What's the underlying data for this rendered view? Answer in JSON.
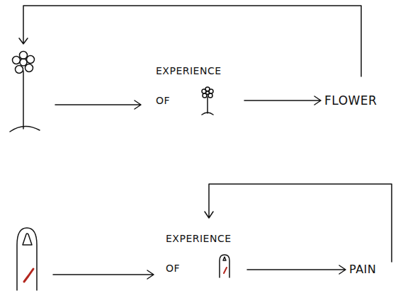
{
  "diagram": {
    "nodes": [
      {
        "text": [
          "EXPERIENCE OF"
        ]
      },
      {
        "text": [
          "FLOWER"
        ]
      },
      {
        "text": [
          "EXPERIENCE OF"
        ]
      },
      {
        "text": [
          "PAIN"
        ]
      }
    ],
    "edges": [
      {
        "from": 0,
        "to": 1,
        "arrow": "to"
      },
      {
        "from": 2,
        "to": 3,
        "arrow": "to"
      },
      {
        "from": 3,
        "to": 2,
        "arrow": "to"
      }
    ]
  }
}
